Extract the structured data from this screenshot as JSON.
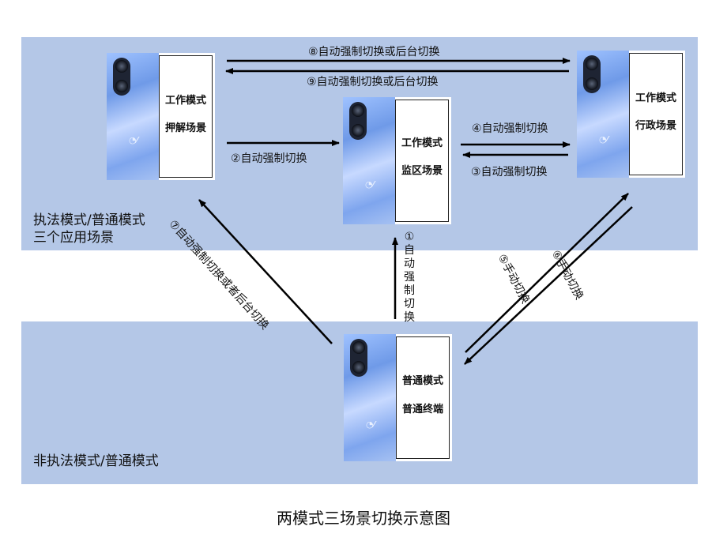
{
  "zones": {
    "law_mode_label_line1": "执法模式/普通模式",
    "law_mode_label_line2": "三个应用场景",
    "non_law_mode_label": "非执法模式/普通模式"
  },
  "devices": {
    "escort": {
      "mode": "工作模式",
      "scene": "押解场景"
    },
    "monitor": {
      "mode": "工作模式",
      "scene": "监区场景"
    },
    "admin": {
      "mode": "工作模式",
      "scene": "行政场景"
    },
    "normal": {
      "mode": "普通模式",
      "scene": "普通终端"
    }
  },
  "transitions": {
    "t1": "①自动强制切换",
    "t2": "②自动强制切换",
    "t3": "③自动强制切换",
    "t4": "④自动强制切换",
    "t5": "⑤手动切换",
    "t6": "⑥手动切换",
    "t7": "⑦自动强制切换或者后台切换",
    "t8": "⑧自动强制切换或后台切换",
    "t9": "⑨自动强制切换或后台切换"
  },
  "caption": "两模式三场景切换示意图",
  "colors": {
    "band": "#b4c7e7",
    "arrow": "#000000"
  }
}
